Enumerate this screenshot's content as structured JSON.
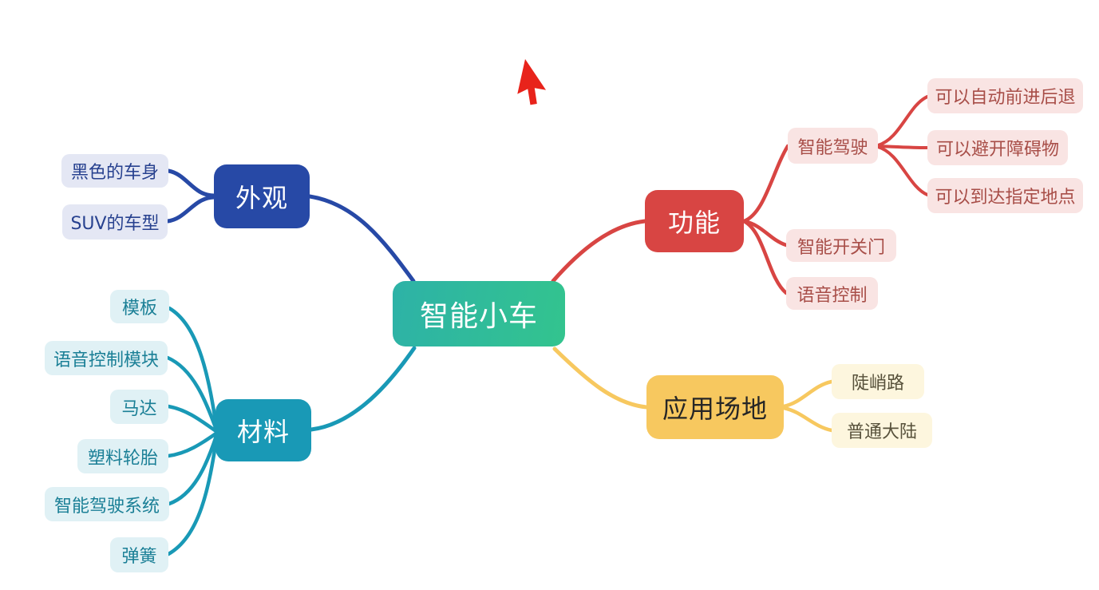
{
  "canvas": {
    "background": "#FFFFFF"
  },
  "cursor": {
    "name": "red-pointer-cursor",
    "color": "#E8231B"
  },
  "mindmap": {
    "root": {
      "label": "智能小车",
      "gradient_from": "#2DB2A7",
      "gradient_to": "#33C48E",
      "text_color": "#FFFFFF"
    },
    "branches": [
      {
        "id": "appearance",
        "label": "外观",
        "color": "#2749A6",
        "text_color": "#FFFFFF",
        "child_bg": "#E4E7F4",
        "child_text": "#27418F",
        "children": [
          {
            "label": "黑色的车身"
          },
          {
            "label": "SUV的车型"
          }
        ]
      },
      {
        "id": "materials",
        "label": "材料",
        "color": "#1999B6",
        "text_color": "#FFFFFF",
        "child_bg": "#E0F1F5",
        "child_text": "#1A7F96",
        "children": [
          {
            "label": "模板"
          },
          {
            "label": "语音控制模块"
          },
          {
            "label": "马达"
          },
          {
            "label": "塑料轮胎"
          },
          {
            "label": "智能驾驶系统"
          },
          {
            "label": "弹簧"
          }
        ]
      },
      {
        "id": "functions",
        "label": "功能",
        "color": "#D84543",
        "text_color": "#FFFFFF",
        "child_bg": "#F9E4E3",
        "child_text": "#A84E48",
        "children": [
          {
            "label": "智能驾驶",
            "children": [
              {
                "label": "可以自动前进后退"
              },
              {
                "label": "可以避开障碍物"
              },
              {
                "label": "可以到达指定地点"
              }
            ]
          },
          {
            "label": "智能开关门"
          },
          {
            "label": "语音控制"
          }
        ]
      },
      {
        "id": "venues",
        "label": "应用场地",
        "color": "#F7C85F",
        "text_color": "#262626",
        "child_bg": "#FDF6DE",
        "child_text": "#57513B",
        "children": [
          {
            "label": "陡峭路"
          },
          {
            "label": "普通大陆"
          }
        ]
      }
    ]
  }
}
